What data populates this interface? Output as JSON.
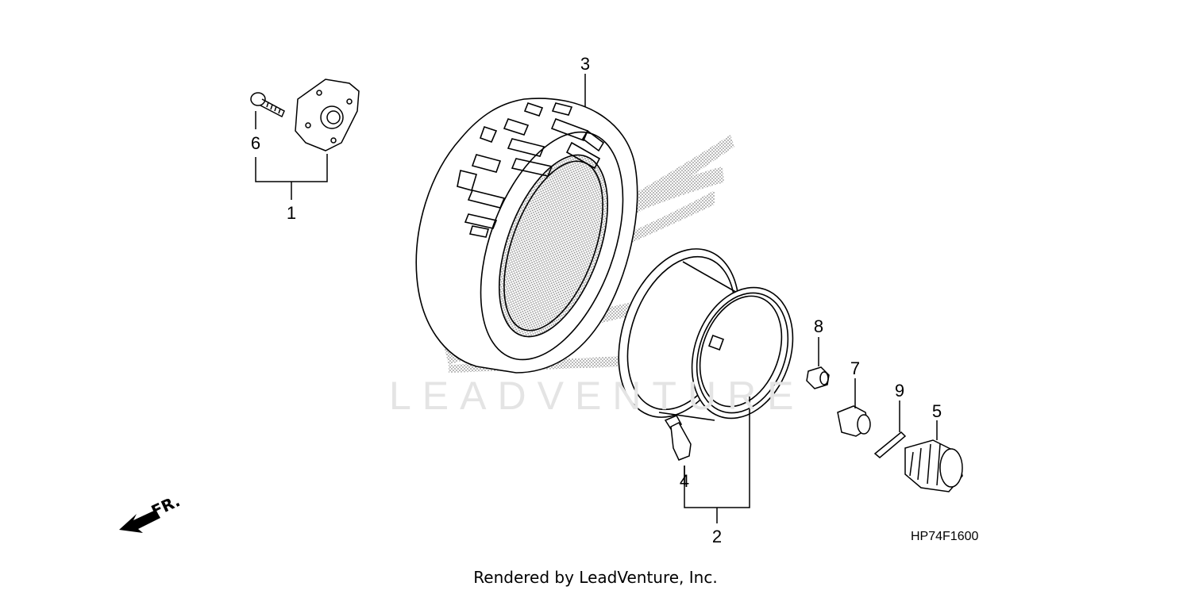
{
  "diagram": {
    "watermark_text": "LEADVENTURE",
    "diagram_code": "HP74F1600",
    "footer_text": "Rendered by LeadVenture, Inc.",
    "direction_label": "FR.",
    "callouts": [
      {
        "number": "1",
        "part": "hub-assembly"
      },
      {
        "number": "2",
        "part": "rim-assembly"
      },
      {
        "number": "3",
        "part": "tire"
      },
      {
        "number": "4",
        "part": "valve-stem"
      },
      {
        "number": "5",
        "part": "hub-cap"
      },
      {
        "number": "6",
        "part": "hub-bolt"
      },
      {
        "number": "7",
        "part": "castle-nut"
      },
      {
        "number": "8",
        "part": "wheel-nut"
      },
      {
        "number": "9",
        "part": "cotter-pin"
      }
    ],
    "colors": {
      "line": "#000000",
      "halftone": "#9a9a9a",
      "watermark": "#e4e4e4",
      "background": "#ffffff"
    }
  }
}
